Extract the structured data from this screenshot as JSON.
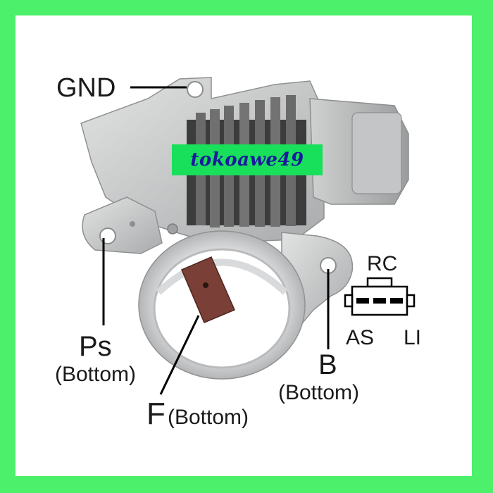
{
  "colors": {
    "border": "#4df06a",
    "background": "#ffffff",
    "watermark_bg": "#18e05a",
    "watermark_text": "#1a1a9e",
    "housing": "#c9cbcc",
    "heatsink": "#4a4a4a",
    "brush": "#7a3f36"
  },
  "watermark": "tokoawe49",
  "labels": {
    "gnd": "GND",
    "ps": "Ps",
    "ps_sub": "(Bottom)",
    "f": "F",
    "f_sub": "(Bottom)",
    "b": "B",
    "b_sub": "(Bottom)",
    "rc": "RC",
    "as": "AS",
    "li": "LI"
  },
  "icons": [
    "regulator-photo",
    "connector-pinout-icon"
  ]
}
